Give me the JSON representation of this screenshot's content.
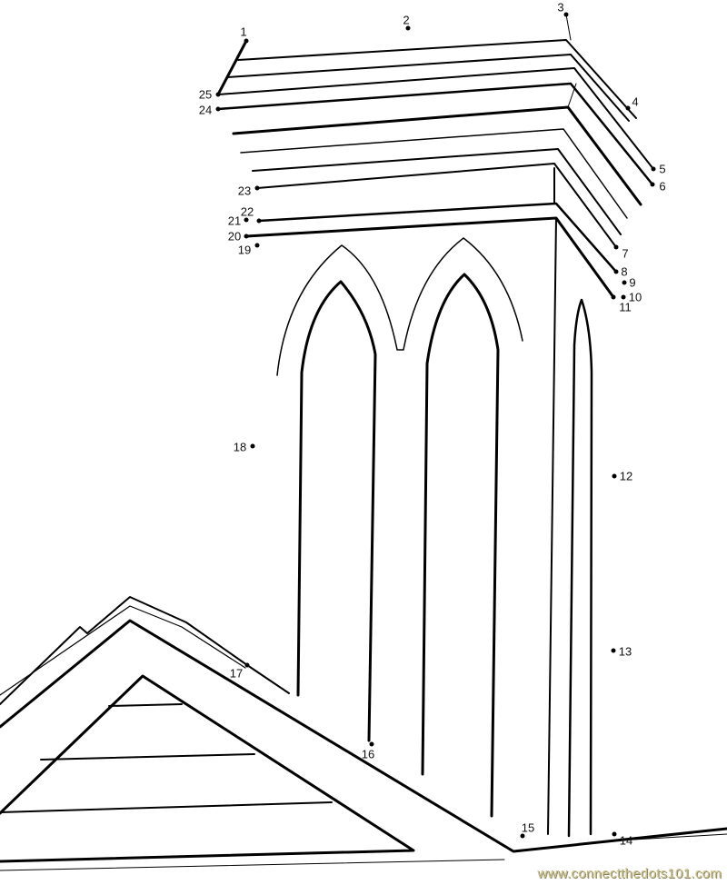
{
  "dots": [
    {
      "label": "1"
    },
    {
      "label": "2"
    },
    {
      "label": "3"
    },
    {
      "label": "4"
    },
    {
      "label": "5"
    },
    {
      "label": "6"
    },
    {
      "label": "7"
    },
    {
      "label": "8"
    },
    {
      "label": "9"
    },
    {
      "label": "10"
    },
    {
      "label": "11"
    },
    {
      "label": "12"
    },
    {
      "label": "13"
    },
    {
      "label": "14"
    },
    {
      "label": "15"
    },
    {
      "label": "16"
    },
    {
      "label": "17"
    },
    {
      "label": "18"
    },
    {
      "label": "19"
    },
    {
      "label": "20"
    },
    {
      "label": "21"
    },
    {
      "label": "22"
    },
    {
      "label": "23"
    },
    {
      "label": "24"
    },
    {
      "label": "25"
    }
  ],
  "watermark": "www.connectthedots101.com"
}
